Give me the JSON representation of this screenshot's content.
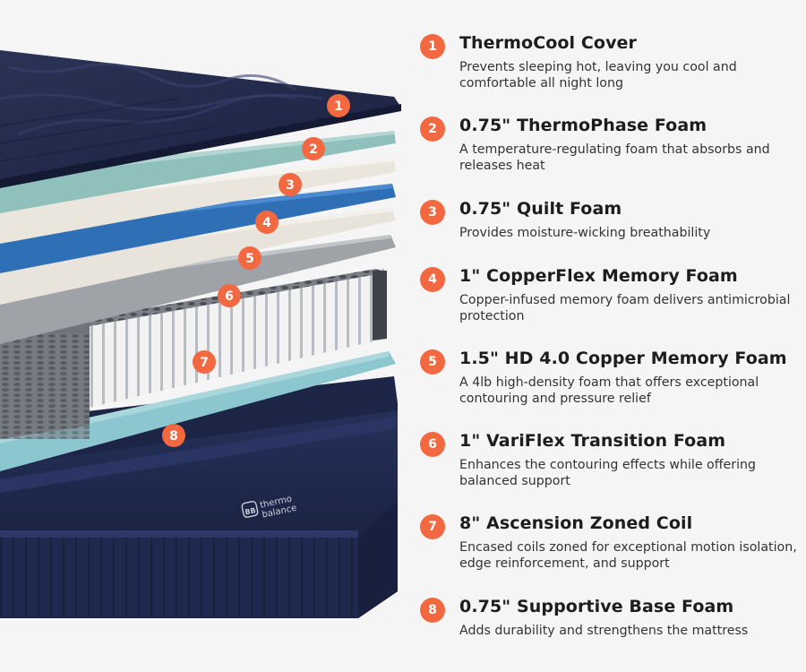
{
  "brand_logo": {
    "mark": "BB",
    "line1": "thermo",
    "line2": "balance"
  },
  "layers": [
    {
      "number": "1",
      "title": "ThermoCool Cover",
      "description": "Prevents sleeping hot, leaving you cool and comfortable all night long"
    },
    {
      "number": "2",
      "title": "0.75\" ThermoPhase Foam",
      "description": "A temperature-regulating foam that absorbs and releases heat"
    },
    {
      "number": "3",
      "title": "0.75\" Quilt Foam",
      "description": "Provides moisture-wicking breathability"
    },
    {
      "number": "4",
      "title": "1\" CopperFlex Memory Foam",
      "description": "Copper-infused memory foam delivers antimicrobial protection"
    },
    {
      "number": "5",
      "title": "1.5\" HD 4.0 Copper Memory Foam",
      "description": "A 4lb high-density foam that offers exceptional contouring and pressure relief"
    },
    {
      "number": "6",
      "title": "1\" VariFlex Transition Foam",
      "description": "Enhances the contouring effects while offering balanced support"
    },
    {
      "number": "7",
      "title": "8\" Ascension Zoned Coil",
      "description": "Encased coils zoned for exceptional motion isolation, edge reinforcement, and support"
    },
    {
      "number": "8",
      "title": "0.75\" Supportive Base Foam",
      "description": "Adds durability and strengthens the mattress"
    }
  ],
  "colors": {
    "badge": "#f26840",
    "cover": "#232a48",
    "base": "#1f2a4a",
    "copper_foam": "#2f6fb5"
  }
}
